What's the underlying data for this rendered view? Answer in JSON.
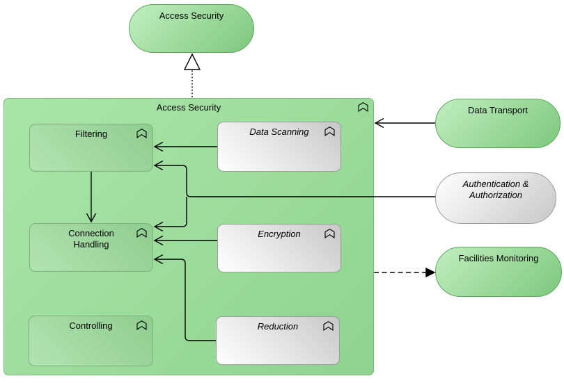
{
  "colors": {
    "container_light": "#a9e6a9",
    "container_dark": "#8fd38f",
    "container_border": "#7ab87a",
    "green_box_light": "#b2e3b2",
    "green_box_dark": "#8fcd8f",
    "green_box_border": "#7fae7f",
    "green_cap_light": "#c0eec0",
    "green_cap_dark": "#7dc87d",
    "green_border": "#5ca65c",
    "gray_light": "#ffffff",
    "gray_dark": "#c8c8c8",
    "gray_border": "#9b9b9b",
    "line_color": "#000000"
  },
  "nodes": {
    "parent_capsule": "Access Security",
    "container": "Access Security",
    "filtering": "Filtering",
    "data_scanning": "Data Scanning",
    "connection_handling": "Connection Handling",
    "encryption": "Encryption",
    "controlling": "Controlling",
    "reduction": "Reduction",
    "data_transport": "Data Transport",
    "authentication": "Authentication & Authorization",
    "facilities_monitoring": "Facilities Monitoring"
  },
  "connections": [
    {
      "from": "Access Security (container)",
      "to": "Access Security (parent)",
      "type": "realization-dotted-hollow-triangle"
    },
    {
      "from": "Data Scanning",
      "to": "Filtering",
      "type": "open-arrow"
    },
    {
      "from": "Authentication & Authorization",
      "to": "Filtering",
      "type": "open-arrow"
    },
    {
      "from": "Authentication & Authorization",
      "to": "Connection Handling",
      "type": "open-arrow"
    },
    {
      "from": "Filtering",
      "to": "Connection Handling",
      "type": "open-arrow"
    },
    {
      "from": "Encryption",
      "to": "Connection Handling",
      "type": "open-arrow"
    },
    {
      "from": "Reduction",
      "to": "Connection Handling",
      "type": "open-arrow"
    },
    {
      "from": "Data Transport",
      "to": "Access Security (container)",
      "type": "open-arrow"
    },
    {
      "from": "Access Security (container)",
      "to": "Facilities Monitoring",
      "type": "dashed-filled-arrow"
    }
  ]
}
